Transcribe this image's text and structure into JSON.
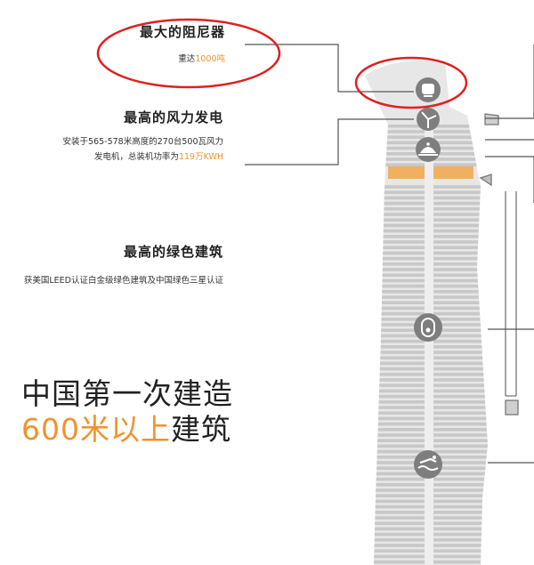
{
  "sections": {
    "damper": {
      "title": "最大的阻尼器",
      "desc_prefix": "重达",
      "desc_highlight": "1000吨"
    },
    "wind": {
      "title": "最高的风力发电",
      "desc_line1": "安装于565-578米高度的270台500瓦风力",
      "desc_line2_prefix": "发电机，总装机功率为",
      "desc_line2_highlight": "119万KWH"
    },
    "green": {
      "title": "最高的绿色建筑",
      "desc": "获美国LEED认证白金级绿色建筑及中国绿色三星认证"
    },
    "headline": {
      "line1": "中国第一次建造",
      "line2_highlight": "600米以上",
      "line2_rest": "建筑"
    }
  },
  "icons": [
    "damper-icon",
    "wind-turbine-icon",
    "dining-cloche-icon",
    "elevator-icon",
    "swimming-icon"
  ],
  "colors": {
    "accent": "#f0922e",
    "annotation_ring": "#e02020",
    "tower": "#d2d2d2",
    "tower_dark": "#b9b9b9",
    "icon_bg": "#7e7e7e",
    "line": "#555555"
  }
}
